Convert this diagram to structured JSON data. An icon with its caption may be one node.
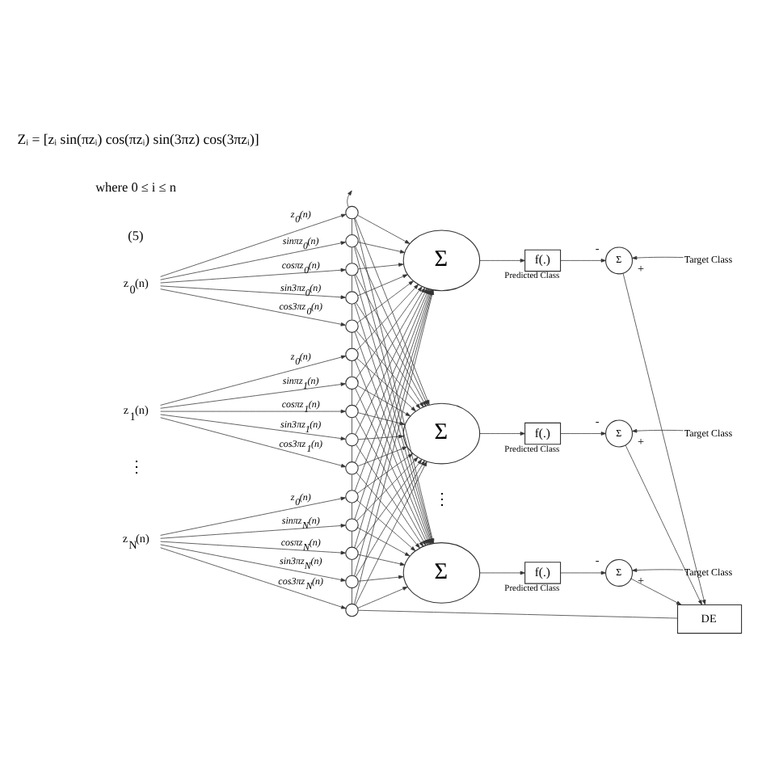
{
  "diagram": {
    "nodes": [
      {
        "text": [
          "z$_{0}$(n)"
        ]
      },
      {
        "text": [
          "z$_{1}$(n)"
        ]
      },
      {
        "text": [
          "z$_{N}$(n)"
        ]
      },
      {
        "text": [],
        "shape": "circle"
      },
      {
        "text": [],
        "shape": "circle"
      },
      {
        "text": [],
        "shape": "circle"
      },
      {
        "text": [],
        "shape": "circle"
      },
      {
        "text": [],
        "shape": "circle"
      },
      {
        "text": [],
        "shape": "circle"
      },
      {
        "text": [],
        "shape": "circle"
      },
      {
        "text": [],
        "shape": "circle"
      },
      {
        "text": [],
        "shape": "circle"
      },
      {
        "text": [],
        "shape": "circle"
      },
      {
        "text": [],
        "shape": "circle"
      },
      {
        "text": [],
        "shape": "circle"
      },
      {
        "text": [],
        "shape": "circle"
      },
      {
        "text": [],
        "shape": "circle"
      },
      {
        "text": [],
        "shape": "circle"
      },
      {
        "text": [
          "Σ"
        ]
      },
      {
        "text": [
          "Σ"
        ]
      },
      {
        "text": [
          "Σ"
        ]
      },
      {
        "text": [
          "f(.)"
        ],
        "beside": [
          "Predicted Class"
        ]
      },
      {
        "text": [
          "f(.)"
        ],
        "beside": [
          "Predicted Class"
        ]
      },
      {
        "text": [
          "f(.)"
        ],
        "beside": [
          "Predicted Class"
        ]
      },
      {
        "text": [
          "Σ"
        ]
      },
      {
        "text": [
          "Σ"
        ]
      },
      {
        "text": [
          "Σ"
        ]
      },
      {
        "text": [
          "Target Class"
        ]
      },
      {
        "text": [
          "Target Class"
        ]
      },
      {
        "text": [
          "Target Class"
        ]
      },
      {
        "text": [
          "DE"
        ]
      }
    ],
    "edges": [
      {
        "from": 0,
        "to": 3,
        "arrow": "to",
        "label": "z$_{0}$(n)"
      },
      {
        "from": 0,
        "to": 4,
        "arrow": "to",
        "label": "sinπz$_{0}$(n)"
      },
      {
        "from": 0,
        "to": 5,
        "arrow": "to",
        "label": "cosπz$_{0}$(n)"
      },
      {
        "from": 0,
        "to": 6,
        "arrow": "to",
        "label": "sin3πz$_{0}$(n)"
      },
      {
        "from": 0,
        "to": 7,
        "arrow": "to",
        "label": "cos3πz$_{0}$(n)"
      },
      {
        "from": 1,
        "to": 8,
        "arrow": "to",
        "label": "z$_{0}$(n)"
      },
      {
        "from": 1,
        "to": 9,
        "arrow": "to",
        "label": "sinπz$_{1}$(n)"
      },
      {
        "from": 1,
        "to": 10,
        "arrow": "to",
        "label": "cosπz$_{1}$(n)"
      },
      {
        "from": 1,
        "to": 11,
        "arrow": "to",
        "label": "sin3πz$_{1}$(n)"
      },
      {
        "from": 1,
        "to": 12,
        "arrow": "to",
        "label": "cos3πz$_{1}$(n)"
      },
      {
        "from": 2,
        "to": 13,
        "arrow": "to",
        "label": "z$_{0}$(n)"
      },
      {
        "from": 2,
        "to": 14,
        "arrow": "to",
        "label": "sinπz$_{N}$(n)"
      },
      {
        "from": 2,
        "to": 15,
        "arrow": "to",
        "label": "cosπz$_{N}$(n)"
      },
      {
        "from": 2,
        "to": 16,
        "arrow": "to",
        "label": "sin3πz$_{N}$(n)"
      },
      {
        "from": 2,
        "to": 17,
        "arrow": "to",
        "label": "cos3πz$_{N}$(n)"
      },
      {
        "from": 3,
        "to": 18,
        "arrow": "to"
      },
      {
        "from": 3,
        "to": 19,
        "arrow": "to"
      },
      {
        "from": 3,
        "to": 20,
        "arrow": "to"
      },
      {
        "from": 4,
        "to": 18,
        "arrow": "to"
      },
      {
        "from": 4,
        "to": 19,
        "arrow": "to"
      },
      {
        "from": 4,
        "to": 20,
        "arrow": "to"
      },
      {
        "from": 5,
        "to": 18,
        "arrow": "to"
      },
      {
        "from": 5,
        "to": 19,
        "arrow": "to"
      },
      {
        "from": 5,
        "to": 20,
        "arrow": "to"
      },
      {
        "from": 6,
        "to": 18,
        "arrow": "to"
      },
      {
        "from": 6,
        "to": 19,
        "arrow": "to"
      },
      {
        "from": 6,
        "to": 20,
        "arrow": "to"
      },
      {
        "from": 7,
        "to": 18,
        "arrow": "to"
      },
      {
        "from": 7,
        "to": 19,
        "arrow": "to"
      },
      {
        "from": 7,
        "to": 20,
        "arrow": "to"
      },
      {
        "from": 8,
        "to": 18,
        "arrow": "to"
      },
      {
        "from": 8,
        "to": 19,
        "arrow": "to"
      },
      {
        "from": 8,
        "to": 20,
        "arrow": "to"
      },
      {
        "from": 9,
        "to": 18,
        "arrow": "to"
      },
      {
        "from": 9,
        "to": 19,
        "arrow": "to"
      },
      {
        "from": 9,
        "to": 20,
        "arrow": "to"
      },
      {
        "from": 10,
        "to": 18,
        "arrow": "to"
      },
      {
        "from": 10,
        "to": 19,
        "arrow": "to"
      },
      {
        "from": 10,
        "to": 20,
        "arrow": "to"
      },
      {
        "from": 11,
        "to": 18,
        "arrow": "to"
      },
      {
        "from": 11,
        "to": 19,
        "arrow": "to"
      },
      {
        "from": 11,
        "to": 20,
        "arrow": "to"
      },
      {
        "from": 12,
        "to": 18,
        "arrow": "to"
      },
      {
        "from": 12,
        "to": 19,
        "arrow": "to"
      },
      {
        "from": 12,
        "to": 20,
        "arrow": "to"
      },
      {
        "from": 13,
        "to": 18,
        "arrow": "to"
      },
      {
        "from": 13,
        "to": 19,
        "arrow": "to"
      },
      {
        "from": 13,
        "to": 20,
        "arrow": "to"
      },
      {
        "from": 14,
        "to": 18,
        "arrow": "to"
      },
      {
        "from": 14,
        "to": 19,
        "arrow": "to"
      },
      {
        "from": 14,
        "to": 20,
        "arrow": "to"
      },
      {
        "from": 15,
        "to": 18,
        "arrow": "to"
      },
      {
        "from": 15,
        "to": 19,
        "arrow": "to"
      },
      {
        "from": 15,
        "to": 20,
        "arrow": "to"
      },
      {
        "from": 16,
        "to": 18,
        "arrow": "to"
      },
      {
        "from": 16,
        "to": 19,
        "arrow": "to"
      },
      {
        "from": 16,
        "to": 20,
        "arrow": "to"
      },
      {
        "from": 17,
        "to": 18,
        "arrow": "to"
      },
      {
        "from": 17,
        "to": 19,
        "arrow": "to"
      },
      {
        "from": 17,
        "to": 20,
        "arrow": "to"
      },
      {
        "from": 3,
        "to": 4,
        "arrow": "none"
      },
      {
        "from": 4,
        "to": 5,
        "arrow": "none"
      },
      {
        "from": 5,
        "to": 6,
        "arrow": "none"
      },
      {
        "from": 6,
        "to": 7,
        "arrow": "none"
      },
      {
        "from": 7,
        "to": 8,
        "arrow": "none"
      },
      {
        "from": 8,
        "to": 9,
        "arrow": "none"
      },
      {
        "from": 9,
        "to": 10,
        "arrow": "none"
      },
      {
        "from": 10,
        "to": 11,
        "arrow": "none"
      },
      {
        "from": 11,
        "to": 12,
        "arrow": "none"
      },
      {
        "from": 12,
        "to": 13,
        "arrow": "none"
      },
      {
        "from": 13,
        "to": 14,
        "arrow": "none"
      },
      {
        "from": 14,
        "to": 15,
        "arrow": "none"
      },
      {
        "from": 15,
        "to": 16,
        "arrow": "none"
      },
      {
        "from": 16,
        "to": 17,
        "arrow": "none"
      },
      {
        "from": 30,
        "to": 17,
        "arrow": "none"
      },
      {
        "from": 3,
        "to": null,
        "arrow": "to"
      },
      {
        "from": 18,
        "to": 21,
        "arrow": "to"
      },
      {
        "from": 21,
        "to": 24,
        "arrow": "to",
        "label": "-"
      },
      {
        "from": 27,
        "to": 24,
        "arrow": "to",
        "label": "+"
      },
      {
        "from": 24,
        "to": 30,
        "arrow": "to"
      },
      {
        "from": 19,
        "to": 22,
        "arrow": "to"
      },
      {
        "from": 22,
        "to": 25,
        "arrow": "to",
        "label": "-"
      },
      {
        "from": 28,
        "to": 25,
        "arrow": "to",
        "label": "+"
      },
      {
        "from": 25,
        "to": 30,
        "arrow": "to"
      },
      {
        "from": 20,
        "to": 23,
        "arrow": "to"
      },
      {
        "from": 23,
        "to": 26,
        "arrow": "to",
        "label": "-"
      },
      {
        "from": 29,
        "to": 26,
        "arrow": "to",
        "label": "+"
      },
      {
        "from": 26,
        "to": 30,
        "arrow": "to"
      }
    ],
    "labels": [
      "Zᵢ = [zᵢ sin(πzᵢ) cos(πzᵢ) sin(3πz) cos(3πzᵢ)]",
      "where 0 ≤ i ≤ n",
      "(5)",
      "⋮",
      "⋮"
    ]
  }
}
